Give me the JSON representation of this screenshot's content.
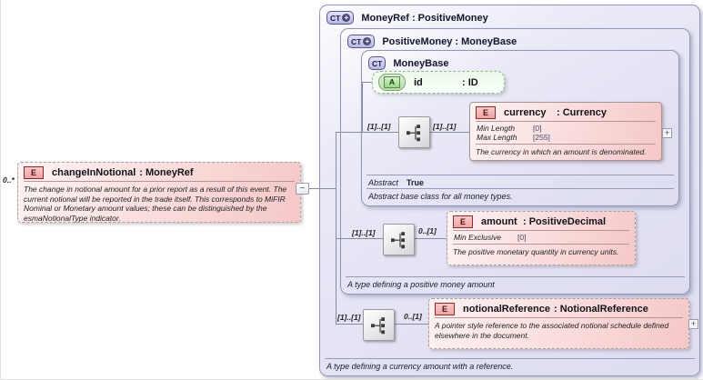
{
  "palette": {
    "complextype_fill": "#dddcf1",
    "complextype_border": "#9595b2",
    "element_fill": "#f5c8c8",
    "element_badge_border": "#932929",
    "attribute_fill": "#b4e0a6",
    "attribute_border": "#5c8a50",
    "connector": "#8a8a9e"
  },
  "source": {
    "cardinality": "0..*",
    "badge": "E",
    "name": "changeInNotional",
    "type": ": MoneyRef",
    "annotation": "The change in notional amount for a prior report as a result of this event. The current notional will be reported in the trade itself. This corresponds to MiFIR Nominal or Monetary amount values; these can be distinguished by the esmaNotionalType indicator.",
    "collapse": "−"
  },
  "moneyref": {
    "badge": "CT",
    "badge_plus": "+",
    "title": "MoneyRef : PositiveMoney",
    "footer": "A type defining a currency amount with a reference.",
    "occurs_left": "[1]..[1]",
    "occurs_right": "0..[1]",
    "notional_reference": {
      "badge": "E",
      "name": "notionalReference",
      "type": ": NotionalReference",
      "annotation": "A pointer style reference to the associated notional schedule defined elsewhere in the document.",
      "expand": "+"
    },
    "positivemoney": {
      "badge": "CT",
      "badge_plus": "+",
      "title": "PositiveMoney : MoneyBase",
      "footer": "A type defining a positive money amount",
      "occurs_left": "[1]..[1]",
      "occurs_right": "0..[1]",
      "amount": {
        "badge": "E",
        "name": "amount",
        "type": ": PositiveDecimal",
        "facets": [
          {
            "name": "Min Exclusive",
            "value": "[0]"
          }
        ],
        "annotation": "The positive monetary quantity in currency units."
      },
      "moneybase": {
        "badge": "CT",
        "title": "MoneyBase",
        "occurs_left": "[1]..[1]",
        "occurs_right": "[1]..[1]",
        "abstract_label": "Abstract",
        "abstract_value": "True",
        "footer": "Abstract base class for all money types.",
        "id_attr": {
          "badge": "A",
          "name": "id",
          "type": ": ID"
        },
        "currency": {
          "badge": "E",
          "name": "currency",
          "type": ": Currency",
          "facets": [
            {
              "name": "Min Length",
              "value": "[0]"
            },
            {
              "name": "Max Length",
              "value": "[255]"
            }
          ],
          "annotation": "The currency in which an amount is denominated.",
          "expand": "+"
        }
      }
    }
  }
}
